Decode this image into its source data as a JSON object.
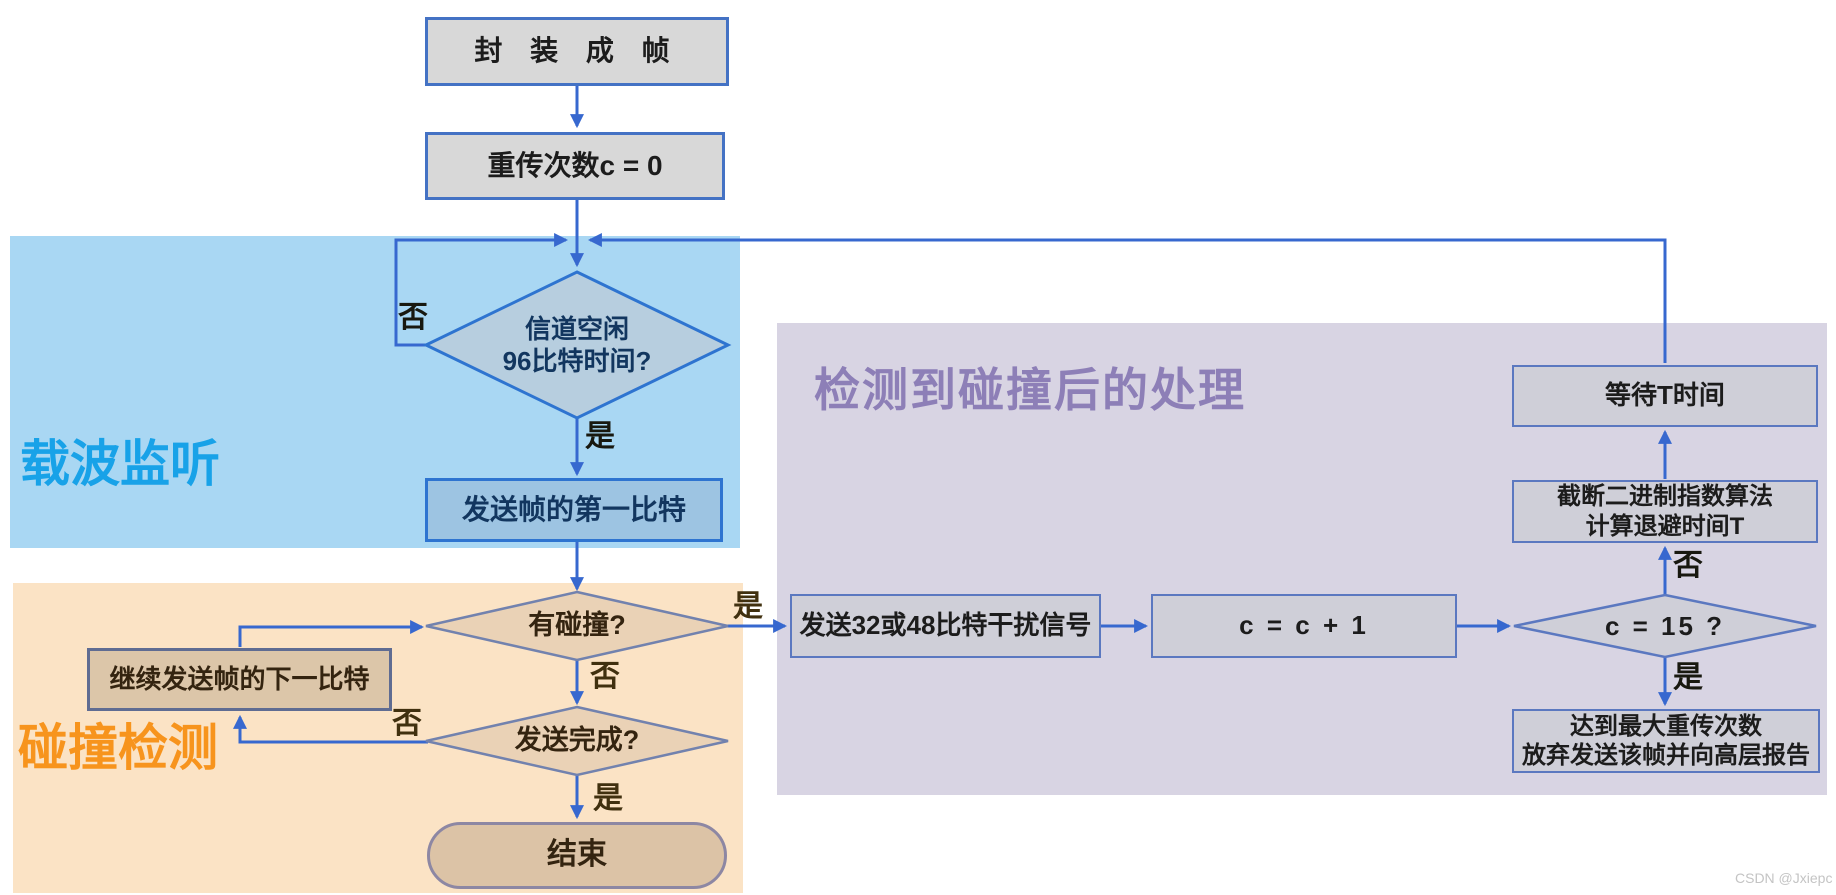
{
  "regions": {
    "carrier_sense": {
      "label": "载波监听",
      "color": "#18a2e8",
      "bg": "#a9d7f3"
    },
    "collision_detect": {
      "label": "碰撞检测",
      "color": "#f7941d",
      "bg": "#fbe3c5"
    },
    "post_collision": {
      "label": "检测到碰撞后的处理",
      "color": "#8d7fb7",
      "bg": "#d8d4e3"
    }
  },
  "nodes": {
    "encapsulate": {
      "label": "封 装 成 帧",
      "shape": "process"
    },
    "retry_init": {
      "label": "重传次数c = 0",
      "shape": "process"
    },
    "channel_idle": {
      "label": "信道空闲\n96比特时间?",
      "shape": "decision"
    },
    "send_first_bit": {
      "label": "发送帧的第一比特",
      "shape": "process"
    },
    "has_collision": {
      "label": "有碰撞?",
      "shape": "decision"
    },
    "continue_next_bit": {
      "label": "继续发送帧的下一比特",
      "shape": "process"
    },
    "send_done": {
      "label": "发送完成?",
      "shape": "decision"
    },
    "end": {
      "label": "结束",
      "shape": "terminator"
    },
    "send_jam": {
      "label": "发送32或48比特干扰信号",
      "shape": "process"
    },
    "increment": {
      "label": "c = c + 1",
      "shape": "process"
    },
    "c_equals_15": {
      "label": "c = 15 ?",
      "shape": "decision"
    },
    "wait_t": {
      "label": "等待T时间",
      "shape": "process"
    },
    "backoff": {
      "label": "截断二进制指数算法\n计算退避时间T",
      "shape": "process"
    },
    "give_up": {
      "label": "达到最大重传次数\n放弃发送该帧并向高层报告",
      "shape": "process"
    }
  },
  "edge_labels": {
    "idle_no": "否",
    "idle_yes": "是",
    "collision_yes": "是",
    "collision_no": "否",
    "done_no": "否",
    "done_yes": "是",
    "c15_no": "否",
    "c15_yes": "是"
  },
  "colors": {
    "arrow": "#3768cf",
    "process_border": "#4472c4",
    "blue_node_fill": "#9dc4e2",
    "blue_diamond_fill": "#b7cedf",
    "tan_diamond_fill": "#ead2b6",
    "gray_diamond_fill": "#cfcfd8"
  },
  "watermark": {
    "text": "CSDN @Jxiepc"
  }
}
